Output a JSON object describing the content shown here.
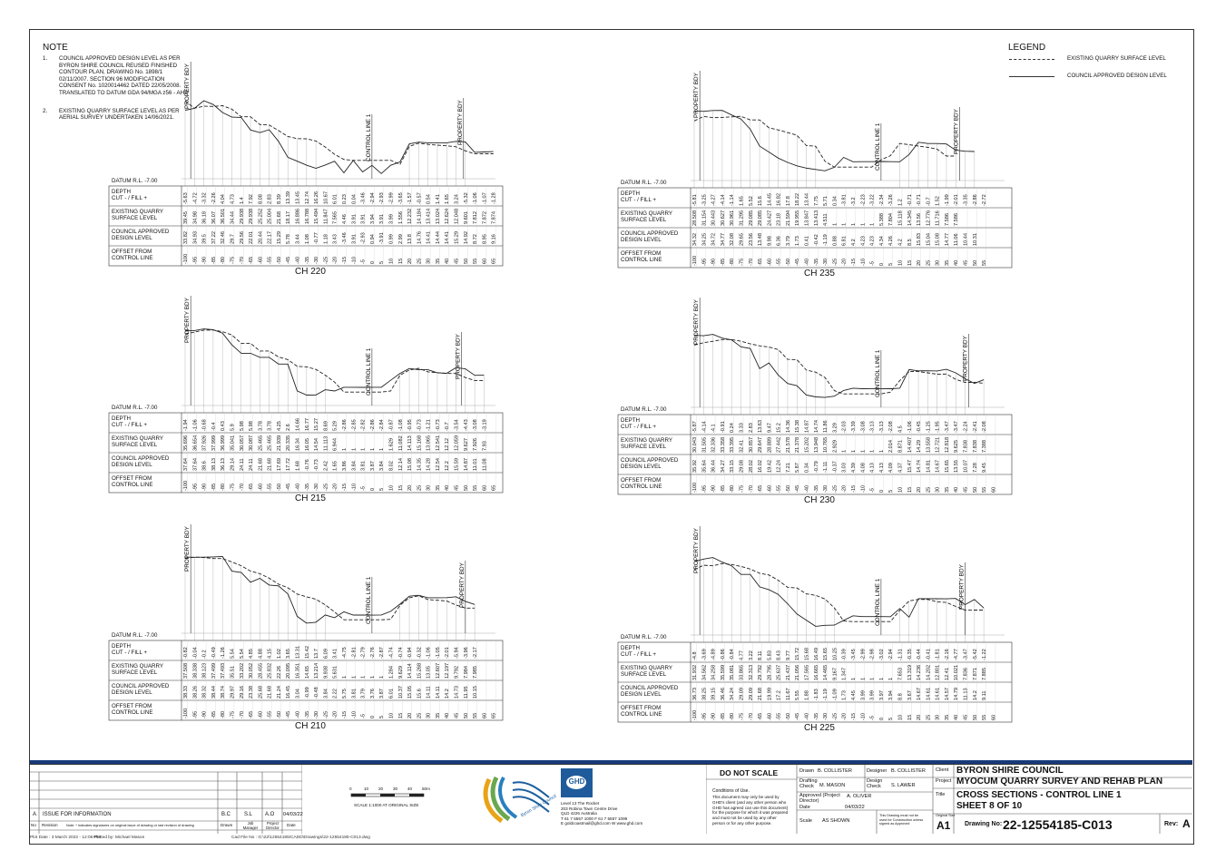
{
  "notes": {
    "heading": "NOTE",
    "items": [
      {
        "num": "1.",
        "lines": [
          "COUNCIL APPROVED DESIGN LEVEL AS PER",
          "BYRON SHIRE COUNCIL REUSED FINISHED",
          "CONTOUR PLAN, DRAWING No. 1898/1",
          "02/11/2007. SECTION 96 MODIFICATION",
          "CONSENT No. 1020014462 DATED 22/05/2008.",
          "TRANSLATED TO DATUM GDA 94/MGA z56 - AHD"
        ]
      },
      {
        "num": "2.",
        "lines": [
          "EXISTING QUARRY SURFACE LEVEL AS PER",
          "AERIAL SURVEY UNDERTAKEN 14/06/2021."
        ]
      }
    ]
  },
  "legend": {
    "heading": "LEGEND",
    "existing_label": "EXISTING QUARRY SURFACE LEVEL",
    "design_label": "COUNCIL APPROVED DESIGN LEVEL"
  },
  "section_labels": {
    "property_bdy": "PROPERTY BDY",
    "control_line": "CONTROL LINE 1",
    "datum": "DATUM R.L. -7.00",
    "row_depth": [
      "DEPTH",
      "CUT - / FILL +"
    ],
    "row_existing": [
      "EXISTING QUARRY",
      "SURFACE LEVEL"
    ],
    "row_design": [
      "COUNCIL APPROVED",
      "DESIGN LEVEL"
    ],
    "row_offset": [
      "OFFSET FROM",
      "CONTROL LINE"
    ]
  },
  "sections": [
    {
      "title": "CH 220",
      "offsets": [
        -100,
        -95,
        -90,
        -85,
        -80,
        -75,
        -70,
        -65,
        -60,
        -55,
        -50,
        -45,
        -40,
        -35,
        -30,
        -25,
        -20,
        -15,
        -10,
        -5,
        0,
        5,
        10,
        15,
        20,
        25,
        30,
        35,
        40,
        45,
        50,
        55,
        60,
        65
      ],
      "existing": [
        "39.45",
        "34.98",
        "36.18",
        "36.07",
        "36.501",
        "34.44",
        "29.938",
        "29.938",
        "25.252",
        "25.004",
        "21.68",
        "18.17",
        "16.886",
        "16.788",
        "15.494",
        "11.847",
        "7.565",
        "4.46",
        "3.91",
        "3.91",
        "3.94",
        "3.91",
        "3.99",
        "1.556",
        "12.232",
        "14.184",
        "13.414",
        "13.024",
        "12.624",
        "12.048",
        "9.601",
        "7.812",
        "7.872",
        "7.874"
      ],
      "design": [
        "33.82",
        "34.93",
        "39.5",
        "37.22",
        "32.46",
        "29.7",
        "29.56",
        "22.01",
        "20.44",
        "22.17",
        "15.29",
        "5.78",
        "3.44",
        "1.08",
        "-0.77",
        "1.18",
        "3.43",
        "-3.46",
        "3.91",
        "-2.93",
        "0.94",
        "-3.91",
        "0.99",
        "2.99",
        "13.8",
        "14.76",
        "14.41",
        "14.44",
        "14.41",
        "15.29",
        "14.92",
        "8.72",
        "8.95",
        "9.16"
      ],
      "depth": [
        "-5.63",
        "-4.72",
        "-3.32",
        "-2.26",
        "4.04",
        "4.73",
        "1.4",
        "7.92",
        "8.08",
        "2.83",
        "8.39",
        "13.39",
        "13.45",
        "12.74",
        "16.26",
        "10.67",
        "6.01",
        "0.23",
        "0.04",
        "-3.46",
        "-2.94",
        "-2.93",
        "-2.99",
        "-3.65",
        "-1.57",
        "-0.57",
        "0.54",
        "1.41",
        "1.65",
        "3.24",
        "-5.32",
        "-1.06",
        "-1.07",
        "-1.28"
      ],
      "property_off": -97,
      "property_off2": 49
    },
    {
      "title": "CH 235",
      "offsets": [
        -100,
        -95,
        -90,
        -85,
        -80,
        -75,
        -70,
        -65,
        -60,
        -55,
        -50,
        -45,
        -40,
        -35,
        -30,
        -25,
        -20,
        -15,
        -10,
        -5,
        0,
        5,
        10,
        15,
        20,
        25,
        30,
        35,
        40,
        45,
        50,
        55
      ],
      "existing": [
        "28.508",
        "31.154",
        "30.443",
        "30.627",
        "30.961",
        "31.295",
        "29.085",
        "29.085",
        "24.427",
        "23.18",
        "21.594",
        "19.955",
        "13.847",
        "13.413",
        "4.511",
        "1",
        "1",
        "1",
        "1",
        "1",
        "5.388",
        "7.804",
        "15.118",
        "14.345",
        "13.56",
        "12.776",
        "11.716",
        "7.586",
        "7.586",
        "",
        "",
        ""
      ],
      "design": [
        "34.32",
        "34.25",
        "34.72",
        "34.77",
        "32.08",
        "29.65",
        "23.56",
        "13.48",
        "9.98",
        "6.36",
        "3.79",
        "1.73",
        "0.41",
        "-0.42",
        "-1.19",
        "0.88",
        "6.81",
        "4.2",
        "4.23",
        "4.23",
        "4.34",
        "4.26",
        "4.2",
        "8.5",
        "15.83",
        "15.04",
        "15.08",
        "14.77",
        "11.06",
        "10.44",
        "10.31",
        ""
      ],
      "depth": [
        "-5.81",
        "-3.25",
        "-4.27",
        "-4.14",
        "-1.14",
        "1.65",
        "5.52",
        "15.6",
        "14.45",
        "16.82",
        "17.8",
        "18.22",
        "13.44",
        "7.75",
        "5.71",
        "0.34",
        "-3.81",
        "-3.2",
        "-2.23",
        "-3.22",
        "-2.34",
        "-3.26",
        "1.2",
        "-0.71",
        "-0.71",
        "-0.7",
        "1.52",
        "-1.99",
        "-2.01",
        "-3.35",
        "-2.86",
        "-2.72"
      ],
      "property_off": -97,
      "property_off2": 42
    },
    {
      "title": "CH 215",
      "offsets": [
        -100,
        -95,
        -90,
        -85,
        -80,
        -75,
        -70,
        -65,
        -60,
        -55,
        -50,
        -45,
        -40,
        -35,
        -30,
        -25,
        -20,
        -15,
        -10,
        -5,
        0,
        5,
        10,
        15,
        20,
        25,
        30,
        35,
        40,
        45,
        50,
        55,
        60,
        65
      ],
      "existing": [
        "35.696",
        "36.654",
        "37.926",
        "37.999",
        "36.999",
        "35.041",
        "30.057",
        "30.087",
        "25.465",
        "25.465",
        "21.939",
        "20.335",
        "16.34",
        "16.05",
        "14.54",
        "11.113",
        "6.944",
        "1",
        "1",
        "1",
        "1",
        "1",
        "1.629",
        "11.082",
        "14.113",
        "15.168",
        "13.065",
        "12.541",
        "12.12",
        "12.059",
        "9.627",
        "7.926",
        "7.93",
        ""
      ],
      "design": [
        "37.64",
        "37.64",
        "38.6",
        "38.13",
        "36.13",
        "29.14",
        "24.11",
        "24.11",
        "21.68",
        "21.68",
        "17.69",
        "17.72",
        "1.68",
        "-0.76",
        "-0.73",
        "2.42",
        "1.65",
        "3.86",
        "3.84",
        "3.81",
        "3.87",
        "3.84",
        "8.02",
        "12.14",
        "15.08",
        "14.35",
        "14.28",
        "12.54",
        "12.2",
        "15.59",
        "14.87",
        "11.01",
        "11.08",
        ""
      ],
      "depth": [
        "-1.94",
        "-1.06",
        "-0.68",
        "-0.4",
        "0.43",
        "5.9",
        "5.98",
        "5.98",
        "3.78",
        "3.78",
        "4.25",
        "2.6",
        "14.66",
        "16.77",
        "15.27",
        "8.69",
        "5.29",
        "-2.86",
        "-2.85",
        "-2.82",
        "-2.86",
        "-2.84",
        "-0.87",
        "-1.08",
        "-0.95",
        "-0.73",
        "-1.21",
        "-0.73",
        "-0.7",
        "-3.54",
        "-4.43",
        "-3.08",
        "-3.19",
        ""
      ],
      "property_off": -97,
      "property_off2": 48
    },
    {
      "title": "CH 230",
      "offsets": [
        -100,
        -95,
        -90,
        -85,
        -80,
        -75,
        -70,
        -65,
        -60,
        -55,
        -50,
        -45,
        -40,
        -35,
        -30,
        -25,
        -20,
        -15,
        -10,
        -5,
        0,
        5,
        10,
        15,
        20,
        25,
        30,
        35,
        40,
        45,
        50,
        55,
        60
      ],
      "existing": [
        "30.043",
        "31.505",
        "32.336",
        "33.358",
        "33.395",
        "32.41",
        "30.857",
        "29.647",
        "28.889",
        "27.442",
        "21.578",
        "21.378",
        "15.202",
        "13.948",
        "10.765",
        "2.929",
        "1",
        "1",
        "1",
        "1",
        "1",
        "2.014",
        "8.871",
        "14.407",
        "14.29",
        "13.558",
        "12.721",
        "12.818",
        "9.625",
        "7.838",
        "7.838",
        "7.388",
        ""
      ],
      "design": [
        "35.92",
        "35.64",
        "36.44",
        "34.27",
        "33.15",
        "29.08",
        "28.02",
        "16.02",
        "19.42",
        "12.24",
        "7.21",
        "5.87",
        "0.34",
        "-0.79",
        "-1.11",
        "-0.37",
        "3.03",
        "4.39",
        "4.08",
        "4.13",
        "4.13",
        "4.09",
        "4.37",
        "15.47",
        "14.74",
        "14.81",
        "14.67",
        "15.65",
        "13.55",
        "10.07",
        "7.28",
        "9.45",
        ""
      ],
      "depth": [
        "-5.87",
        "-4.14",
        "-4.1",
        "-0.91",
        "0.24",
        "3.33",
        "2.83",
        "13.63",
        "9.47",
        "15.2",
        "14.36",
        "15.38",
        "14.87",
        "14.74",
        "11.86",
        "3.29",
        "-2.03",
        "-3.39",
        "-3.08",
        "-3.13",
        "-3.13",
        "-2.08",
        "4.5",
        "-1.06",
        "-0.45",
        "-1.25",
        "-1.95",
        "-3.47",
        "-3.47",
        "-2.24",
        "-2.41",
        "-2.08",
        ""
      ],
      "property_off": -97,
      "property_off2": 47
    },
    {
      "title": "CH 210",
      "offsets": [
        -100,
        -95,
        -90,
        -85,
        -80,
        -75,
        -70,
        -65,
        -60,
        -55,
        -50,
        -45,
        -40,
        -35,
        -30,
        -25,
        -20,
        -15,
        -10,
        -5,
        0,
        5,
        10,
        15,
        20,
        25,
        30,
        35,
        40,
        45,
        50,
        55,
        60,
        65
      ],
      "existing": [
        "37.508",
        "38.338",
        "38.123",
        "37.499",
        "37.493",
        "35.51",
        "33.202",
        "30.052",
        "28.455",
        "25.832",
        "22.26",
        "20.095",
        "16.351",
        "14.65",
        "13.214",
        "9.938",
        "5.631",
        "1",
        "1",
        "1",
        "1",
        "1",
        "1.284",
        "9.629",
        "14.114",
        "15.268",
        "13.05",
        "12.607",
        "12.197",
        "9.792",
        "7.984",
        "7.985",
        ""
      ],
      "design": [
        "38.33",
        "38.26",
        "38.32",
        "38.44",
        "38.74",
        "29.97",
        "29.16",
        "23.38",
        "25.68",
        "21.68",
        "21.24",
        "16.45",
        "3.04",
        "-0.99",
        "-0.48",
        "3.84",
        "2.22",
        "5.75",
        "3.81",
        "3.79",
        "3.76",
        "3.87",
        "6.01",
        "10.37",
        "15.05",
        "15.6",
        "14.11",
        "14.11",
        "14.2",
        "14.73",
        "11.95",
        "10.15",
        ""
      ],
      "depth": [
        "-0.82",
        "-0.04",
        "-0.2",
        "-0.49",
        "-1.26",
        "5.54",
        "5.54",
        "4.85",
        "4.88",
        "4.15",
        "1.02",
        "3.65",
        "13.31",
        "15.42",
        "13.7",
        "6.09",
        "3.41",
        "-4.75",
        "-2.81",
        "-2.79",
        "-2.76",
        "-2.87",
        "-4.74",
        "-0.74",
        "-0.94",
        "-0.32",
        "-1.06",
        "-1.05",
        "-2.01",
        "-5.94",
        "-3.96",
        "-2.17",
        ""
      ],
      "property_off": -97,
      "property_off2": 50
    },
    {
      "title": "CH 225",
      "offsets": [
        -100,
        -95,
        -90,
        -85,
        -80,
        -75,
        -70,
        -65,
        -60,
        -55,
        -50,
        -45,
        -40,
        -35,
        -30,
        -25,
        -20,
        -15,
        -10,
        -5,
        0,
        5,
        10,
        15,
        20,
        25,
        30,
        35,
        40,
        45,
        50,
        55,
        60
      ],
      "existing": [
        "31.932",
        "34.562",
        "34.258",
        "35.599",
        "35.081",
        "33.865",
        "32.313",
        "29.792",
        "28.795",
        "25.637",
        "21.437",
        "21.056",
        "17.565",
        "16.665",
        "14.465",
        "9.167",
        "1.347",
        "1",
        "1",
        "1",
        "1",
        "1",
        "7.653",
        "13.319",
        "14.236",
        "14.202",
        "12.801",
        "12.41",
        "10.021",
        "7.836",
        "7.871",
        "7.885",
        ""
      ],
      "design": [
        "36.73",
        "38.25",
        "39.15",
        "36.46",
        "34.24",
        "29.09",
        "29.09",
        "21.68",
        "19.99",
        "17.2",
        "11.67",
        "5.55",
        "1.88",
        "-1.83",
        "-1.19",
        "-1.09",
        "1.73",
        "4.45",
        "3.99",
        "3.99",
        "3.97",
        "3.94",
        "8.8",
        "3.67",
        "14.67",
        "14.61",
        "14.61",
        "14.57",
        "14.79",
        "11.13",
        "14.2",
        "9.11",
        ""
      ],
      "depth": [
        "-4.8",
        "-3.69",
        "-4.89",
        "-0.86",
        "-0.84",
        "4.77",
        "3.22",
        "8.11",
        "5.83",
        "8.43",
        "9.77",
        "15.72",
        "15.68",
        "16.49",
        "15.65",
        "10.25",
        "-0.39",
        "-3.45",
        "-2.99",
        "-2.98",
        "-3.02",
        "-2.94",
        "-1.31",
        "-0.35",
        "-0.44",
        "-0.41",
        "-1.81",
        "-2.16",
        "-4.77",
        "-3.47",
        "-5.42",
        "-1.22",
        ""
      ],
      "property_off": -97,
      "property_off2": 45
    }
  ],
  "scale_bar": {
    "ticks": [
      "0",
      "10",
      "20",
      "30",
      "40",
      "50m"
    ],
    "caption": "SCALE 1:1000  AT ORIGINAL SIZE"
  },
  "revisions": {
    "row": {
      "rev": "A",
      "desc": "ISSUE FOR INFORMATION",
      "drawn": "B.C",
      "job_manager": "S.L",
      "director": "A.O",
      "date": "04/03/22"
    },
    "headers": {
      "no": "No",
      "revision": "Revision",
      "note": "Note: * indicates signatures on original issue of drawing or last revision of drawing",
      "drawn": "Drawn",
      "job_manager": "Job Manager",
      "director": "Project Director",
      "date": "Date"
    }
  },
  "council_logo_text": "Byron Shire Council",
  "ghd": {
    "logo": "GHD",
    "address": [
      "Level 13 The Rocket",
      "203 Robina Town Centre Drive",
      "QLD 4226 Australia",
      "T 61 7 5557 1000  F 61 7 5557 1099",
      "E goldcoastmail@ghd.com  W www.ghd.com"
    ]
  },
  "conditions": {
    "heading": "DO NOT SCALE",
    "title": "Conditions of Use.",
    "text": [
      "This document may only be used by",
      "GHD's client (and any other person who",
      "GHD has agreed can use this document)",
      "for the purpose for which it was prepared",
      "and must not be used by any other",
      "person or for any other purpose."
    ]
  },
  "sign": {
    "drawn_label": "Drawn",
    "drawn": "B. COLLISTER",
    "designer_label": "Designer",
    "designer": "B. COLLISTER",
    "drafting_label": "Drafting Check",
    "drafting": "M. MASON",
    "design_check_label": "Design Check",
    "design_check": "S. LAWER",
    "approved_label": "Approved (Project Director)",
    "approved": "A. OLIVER",
    "date_label": "Date",
    "date": "04/03/22",
    "scale_label": "Scale",
    "scale": "AS SHOWN",
    "construction_note": [
      "This Drawing must not be",
      "used for Construction unless",
      "signed as Approved"
    ]
  },
  "title_block": {
    "client_label": "Client",
    "client": "BYRON SHIRE COUNCIL",
    "project_label": "Project",
    "project": "MYOCUM QUARRY SURVEY AND REHAB PLAN",
    "title_label": "Title",
    "title1": "CROSS SECTIONS - CONTROL LINE 1",
    "title2": "SHEET 8 OF 10",
    "size_label": "Original Size",
    "size": "A1",
    "drawing_no_label": "Drawing No:",
    "drawing_no": "22-12554185-C013",
    "rev_label": "Rev:",
    "rev": "A"
  },
  "footer": {
    "plot_date": "Plot Date :  3 March 2022 - 12:06 PM",
    "plotted_by": "Plotted by:  Michael Mason",
    "cad_file": "Cad File No :   G:\\22\\12554185\\CADD\\Drawings\\22-12554185-C013.dwg"
  }
}
